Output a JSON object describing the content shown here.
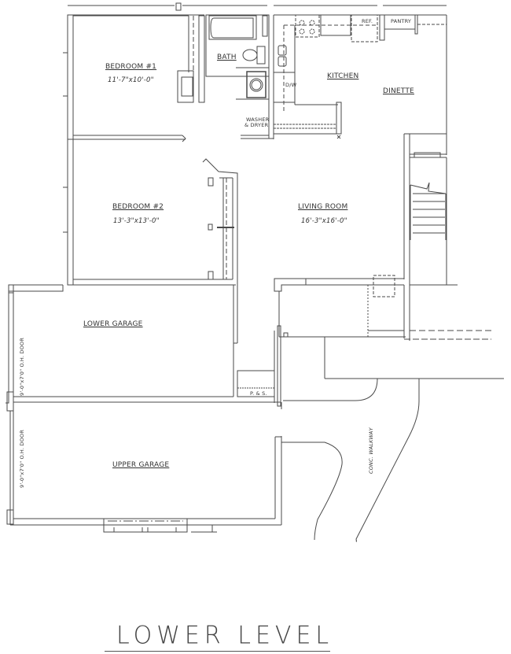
{
  "plan": {
    "title": "LOWER LEVEL",
    "rooms": [
      {
        "id": "bedroom1",
        "name": "BEDROOM #1",
        "dims": "11'-7\"x10'-0\""
      },
      {
        "id": "bath",
        "name": "BATH"
      },
      {
        "id": "washer",
        "name": "WASHER & DRYER",
        "line1": "WASHER",
        "line2": "& DRYER"
      },
      {
        "id": "kitchen",
        "name": "KITCHEN"
      },
      {
        "id": "dinette",
        "name": "DINETTE"
      },
      {
        "id": "bedroom2",
        "name": "BEDROOM #2",
        "dims": "13'-3\"x13'-0\""
      },
      {
        "id": "living",
        "name": "LIVING ROOM",
        "dims": "16'-3\"x16'-0\""
      },
      {
        "id": "lowergarage",
        "name": "LOWER GARAGE"
      },
      {
        "id": "uppergarage",
        "name": "UPPER GARAGE"
      }
    ],
    "fixtures": {
      "ref": "REF.",
      "pantry": "PANTRY",
      "dw": "D/W",
      "pts": "P. & S."
    },
    "annotations": {
      "lower_door": "9'-0\"x7'0\" O.H. DOOR",
      "upper_door": "9'-0\"x7'0\" O.H. DOOR",
      "walkway": "CONC. WALKWAY"
    },
    "colors": {
      "line": "#4a4a4a",
      "text": "#333333",
      "background": "#ffffff"
    }
  }
}
